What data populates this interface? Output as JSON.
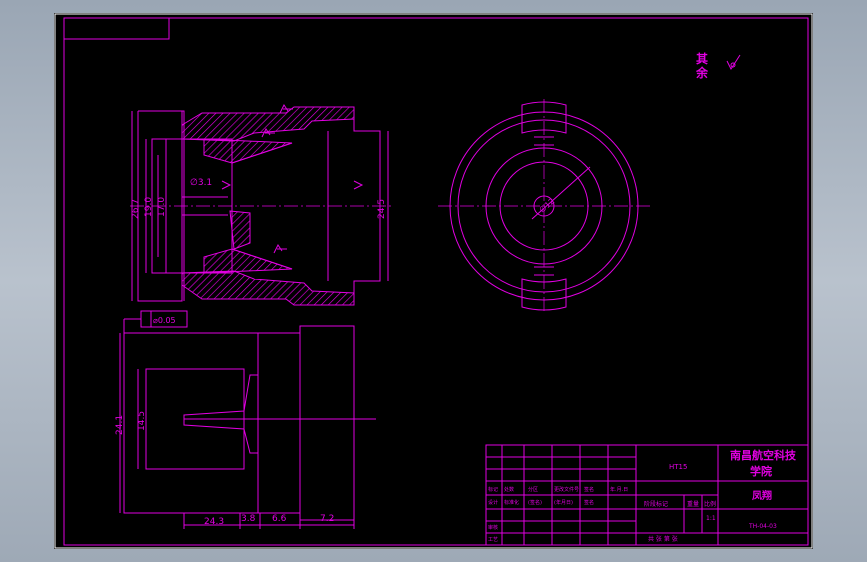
{
  "roughness_note": {
    "text_line1": "其",
    "text_line2": "余",
    "symbol": "roughness-check-icon"
  },
  "colors": {
    "background": "#000000",
    "lines": "#e100e1",
    "window": "#a7b1bd"
  },
  "front_view": {
    "dims": {
      "d_26_7": "26.7",
      "d_19_0": "19.0",
      "d_17_0": "17.0",
      "d_24_5": "24.5",
      "phi_3_1": "∅3.1"
    }
  },
  "bottom_view": {
    "tolerance": "⌀0.05",
    "dims": {
      "d_24_1": "24.1",
      "d_14_5": "14.5",
      "d_24_3": "24.3",
      "d_3_8": "3.8",
      "d_6_6": "6.6",
      "d_7_2": "7.2"
    }
  },
  "side_view": {
    "center_dim": "∅12"
  },
  "title_block": {
    "school_line1": "南昌航空科技",
    "school_line2": "学院",
    "material": "HT15",
    "part_name": "凤翔",
    "drawing_no": "TH-04-03",
    "scale": "1:1",
    "row1": [
      "标记",
      "处数",
      "分区",
      "更改文件号",
      "签名",
      "年.月.日"
    ],
    "row2": [
      "设计",
      "标准化",
      "(签名)",
      "(年月日)",
      "签名"
    ],
    "row3": [
      "审核",
      "工艺"
    ],
    "stage_label": "阶段标记",
    "weight_label": "重量",
    "scale_label": "比例",
    "sheets": "共 张 第 张"
  }
}
